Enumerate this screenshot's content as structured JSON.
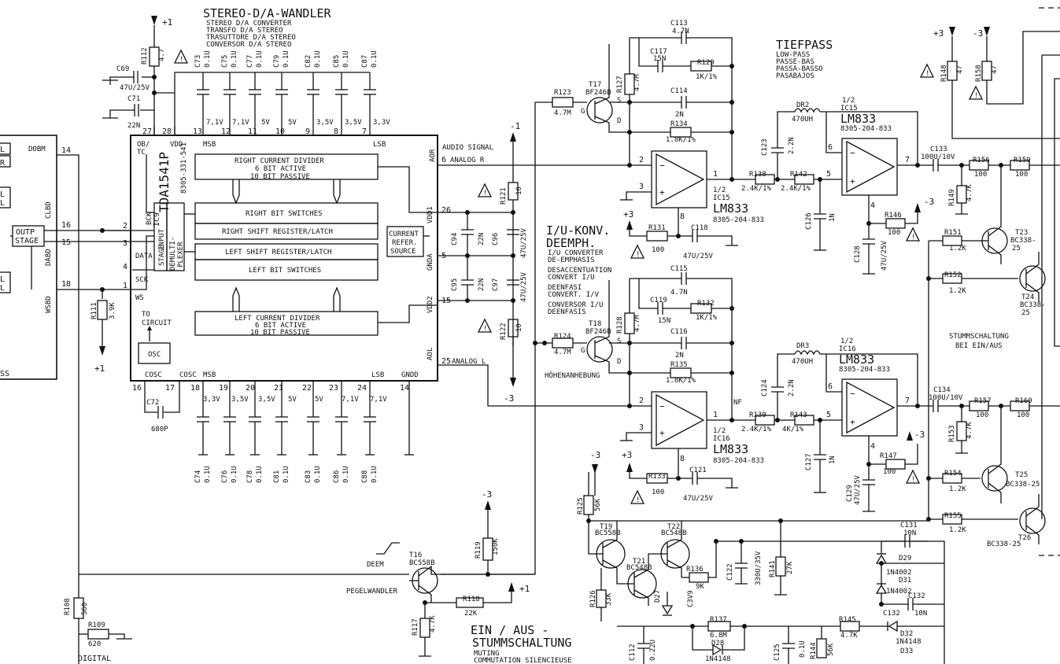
{
  "titles": {
    "stereo_da": "STEREO-D/A-WANDLER",
    "stereo_da_sub": [
      "STEREO D/A CONVERTER",
      "TRANSFO D/A STEREO",
      "TRASUTTORE D/A STEREO",
      "CONVERSOR D/A STEREO"
    ],
    "tiefpass": "TIEFPASS",
    "tiefpass_sub": [
      "LOW-PASS",
      "PASSE-BAS",
      "PASSA-BASSO",
      "PASABAJOS"
    ],
    "iu_konv": [
      "I/U-KONV.",
      "DEEMPH."
    ],
    "iu_sub": [
      "I/U CONVERTER",
      "DE-EMPHASIS",
      "DESACCENTUATION",
      "CONVERT  I/U",
      "DEENFASI",
      "CONVERT.  I/V",
      "CONVERSOR  I/U",
      "DEENFASIS"
    ],
    "hoehen": "HÖHENANHEBUNG",
    "stumm": [
      "STUMMSCHALTUNG",
      "BEI EIN/AUS"
    ],
    "einaus": [
      "EIN / AUS -",
      "STUMMSCHALTUNG"
    ],
    "einaus_sub": [
      "MUTING",
      "COMMUTATION SILENCIEUSE"
    ],
    "audio_signal": "AUDIO SIGNAL",
    "analog_r": "ANALOG R",
    "analog_l": "ANALOG L",
    "deem": "DEEM",
    "pegelwandler": "PEGELWANDLER",
    "digital": "DIGITAL",
    "to_circuit": [
      "TO",
      "CIRCUIT"
    ]
  },
  "ic9": {
    "name": "TDA1541P",
    "code": "8305-331-541",
    "ref": "IC9",
    "input_stage": [
      "INPUT",
      "STAGE"
    ],
    "demux": [
      "DEMULTI-",
      "PLEXER"
    ],
    "blocks": {
      "rcd": [
        "RIGHT CURRENT DIVIDER",
        "6 BIT ACTIVE",
        "10 BIT PASSIVE"
      ],
      "rbs": "RIGHT BIT SWITCHES",
      "rsr": "RIGHT SHIFT REGISTER/LATCH",
      "lsr": "LEFT SHIFT REGISTER/LATCH",
      "lbs": "LEFT BIT SWITCHES",
      "lcd": [
        "LEFT CURRENT DIVIDER",
        "6 BIT ACTIVE",
        "10 BIT PASSIVE"
      ],
      "crs": [
        "CURRENT",
        "REFER.",
        "SOURCE"
      ],
      "osc": "OSC"
    },
    "pins": {
      "ob_tc": [
        "OB/",
        "TC"
      ],
      "vdd": "VDD",
      "msb": "MSB",
      "lsb": "LSB",
      "bck": "BCK",
      "data": "DATA",
      "sck": "SCK",
      "ws": "WS",
      "aor": "AOR",
      "aol": "AOL",
      "vdd1": "VDD1",
      "gnda": "GNDA",
      "vdd2": "VDD2",
      "cosc": "COSC",
      "gndd": "GNDD"
    },
    "top_numbers": [
      "27",
      "28",
      "13",
      "12",
      "11",
      "10",
      "9",
      "8",
      "7"
    ],
    "bottom_numbers": [
      "16",
      "17",
      "18",
      "19",
      "20",
      "21",
      "22",
      "23",
      "24",
      "14"
    ],
    "left_numbers": [
      "2",
      "3",
      "4",
      "1"
    ],
    "right_numbers": [
      "6",
      "26",
      "5",
      "15",
      "25"
    ],
    "top_voltages": [
      "7,1V",
      "7,1V",
      "5V",
      "5V",
      "3,5V",
      "3,5V",
      "3,3V"
    ],
    "bottom_voltages": [
      "3,3V",
      "3,5V",
      "3,5V",
      "5V",
      "5V",
      "7,1V",
      "7,1V"
    ]
  },
  "top_caps": [
    {
      "ref": "C73",
      "val": "0.1U"
    },
    {
      "ref": "C75",
      "val": "0.1U"
    },
    {
      "ref": "C77",
      "val": "0.1U"
    },
    {
      "ref": "C79",
      "val": "0.1U"
    },
    {
      "ref": "C82",
      "val": "0.1U"
    },
    {
      "ref": "C85",
      "val": "0.1U"
    },
    {
      "ref": "C87",
      "val": "0.1U"
    }
  ],
  "bottom_caps": [
    {
      "ref": "C74",
      "val": "0.1U"
    },
    {
      "ref": "C76",
      "val": "0.1U"
    },
    {
      "ref": "C78",
      "val": "0.1U"
    },
    {
      "ref": "C81",
      "val": "0.1U"
    },
    {
      "ref": "C83",
      "val": "0.1U"
    },
    {
      "ref": "C86",
      "val": "0.1U"
    },
    {
      "ref": "C88",
      "val": "0.1U"
    }
  ],
  "left_parts": {
    "r112": [
      "R112",
      "4.7"
    ],
    "c69": [
      "C69",
      "47U/25V"
    ],
    "c71": [
      "C71",
      "22N"
    ],
    "plus1": "+1",
    "outp": [
      "OUTP",
      "STAGE"
    ],
    "dobm": "DOBM",
    "clbd": "CLBD",
    "dabd": "DABD",
    "wsbd": "WSBD",
    "pin14": "14",
    "pin16": "16",
    "pin15": "15",
    "pin18": "18",
    "r111": [
      "R111",
      "3.9K"
    ],
    "c72": [
      "C72",
      "680P"
    ],
    "r108": [
      "R108",
      "560"
    ],
    "r109": [
      "R109",
      "620"
    ],
    "frag": [
      "L",
      "R",
      "L",
      "L",
      "L",
      "L",
      "SS"
    ]
  },
  "supply_mid": {
    "c94": [
      "C94",
      "22N"
    ],
    "c96": [
      "C96",
      "47U/25V"
    ],
    "c95": [
      "C95",
      "22N"
    ],
    "c97": [
      "C97",
      "47U/25V"
    ],
    "r121": [
      "R121",
      "10"
    ],
    "r122": [
      "R122",
      "10"
    ],
    "m1": "-1",
    "m3": "-3"
  },
  "right_ch": {
    "t17": [
      "T17",
      "BF246B"
    ],
    "r123": [
      "R123",
      "4.7M"
    ],
    "r127": [
      "R127",
      "4.7M"
    ],
    "c113": [
      "C113",
      "4.7N"
    ],
    "c117": [
      "C117",
      "15N"
    ],
    "r129": [
      "R129",
      "1K/1%"
    ],
    "c114": [
      "C114",
      "2N"
    ],
    "r134": [
      "R134",
      "1.8K/1%"
    ],
    "ic15a": [
      "1/2",
      "IC15",
      "LM833",
      "8305-204-833"
    ],
    "r131": [
      "R131",
      "100"
    ],
    "c118": [
      "C118",
      "47U/25V"
    ],
    "plus3": "+3",
    "r138": [
      "R138",
      "2.4K/1%"
    ],
    "r142": [
      "R142",
      "2.4K/1%"
    ],
    "c123": [
      "C123",
      "2.2N"
    ],
    "dr2": [
      "DR2",
      "470UH"
    ],
    "c126": [
      "C126",
      "1N"
    ],
    "ic15b": [
      "1/2",
      "IC15",
      "LM833",
      "8305-204-833"
    ],
    "c128": [
      "C128",
      "47U/25V"
    ],
    "r146": [
      "R146",
      "100"
    ],
    "m3": "-3",
    "c133": [
      "C133",
      "100U/10V"
    ],
    "r156": [
      "R156",
      "100"
    ],
    "r159": [
      "R159",
      "100"
    ],
    "r149": [
      "R149",
      "4.7K"
    ]
  },
  "left_ch": {
    "t18": [
      "T18",
      "BF246B"
    ],
    "r124": [
      "R124",
      "4.7M"
    ],
    "r128": [
      "R128",
      "4.7M"
    ],
    "c115": [
      "C115",
      "4.7N"
    ],
    "c119": [
      "C119",
      "15N"
    ],
    "r132": [
      "R132",
      "1K/1%"
    ],
    "c116": [
      "C116",
      "2N"
    ],
    "r135": [
      "R135",
      "1.8K/1%"
    ],
    "ic16a": [
      "1/2",
      "IC16",
      "LM833",
      "8305-204-833"
    ],
    "r133": [
      "R133",
      "100"
    ],
    "c121": [
      "C121",
      "47U/25V"
    ],
    "plus3": "+3",
    "m3": "-3",
    "r139": [
      "R139",
      "2.4K/1%"
    ],
    "r143": [
      "R143",
      "4K/1%"
    ],
    "c124": [
      "C124",
      "2.2N"
    ],
    "dr3": [
      "DR3",
      "470UH"
    ],
    "c127": [
      "C127",
      "1N"
    ],
    "ic16b": [
      "1/2",
      "IC16",
      "LM833",
      "8305-204-833"
    ],
    "c129": [
      "C129",
      "47U/25V"
    ],
    "r147": [
      "R147",
      "100"
    ],
    "c134": [
      "C134",
      "100U/10V"
    ],
    "r157": [
      "R157",
      "100"
    ],
    "r160": [
      "R160",
      "100"
    ],
    "r153": [
      "R153",
      "4.7K"
    ],
    "nf": "NF"
  },
  "mute": {
    "r148": [
      "R148",
      "47"
    ],
    "r158": [
      "R158",
      "47"
    ],
    "p3": "+3",
    "m3": "-3",
    "r151": [
      "R151",
      "1.2K"
    ],
    "r152": [
      "R152",
      "1.2K"
    ],
    "r154": [
      "R154",
      "1.2K"
    ],
    "r155": [
      "R155",
      "1.2K"
    ],
    "t23": [
      "T23",
      "BC338-",
      "25"
    ],
    "t24": [
      "T24",
      "BC338-",
      "25"
    ],
    "t25": [
      "T25",
      "BC338-25"
    ],
    "t26": [
      "T26",
      "BC338-25"
    ]
  },
  "bottom": {
    "t16": [
      "T16",
      "BC558B"
    ],
    "r119": [
      "R119",
      "150K"
    ],
    "m3": "-3",
    "p1": "+1",
    "r118": [
      "R118",
      "22K"
    ],
    "r117": [
      "R117",
      "4.7K"
    ],
    "r125": [
      "R125",
      "56K"
    ],
    "t19": [
      "T19",
      "BC558B"
    ],
    "t22": [
      "T22",
      "BC548B"
    ],
    "t21": [
      "T21",
      "BC548B"
    ],
    "r126": [
      "R126",
      "33K"
    ],
    "d27": [
      "D27",
      "C3V9"
    ],
    "r136": [
      "R136",
      "9K"
    ],
    "c122": [
      "C122",
      "330U/35V"
    ],
    "r141": [
      "R141",
      "27K"
    ],
    "r137": [
      "R137",
      "6.8M"
    ],
    "d28": [
      "D28",
      "1N4148"
    ],
    "r145": [
      "R145",
      "4.7K"
    ],
    "c112": [
      "C112",
      "0.22U"
    ],
    "c125": [
      "C125",
      "0.1U"
    ],
    "r144": [
      "R144",
      "56K"
    ],
    "c131": [
      "C131",
      "10N"
    ],
    "d29": [
      "D29",
      "1N4002"
    ],
    "d31": [
      "D31",
      "1N4002"
    ],
    "c132": [
      "C132",
      "10N"
    ],
    "d32": [
      "D32",
      "1N4148"
    ],
    "d33": [
      "D33"
    ],
    "m3b": "-3",
    "p3b": "+3"
  },
  "pin_nums": {
    "p2": "2",
    "p3": "3",
    "p1": "1",
    "p8": "8",
    "p6": "6",
    "p5": "5",
    "p7": "7",
    "p4": "4"
  }
}
